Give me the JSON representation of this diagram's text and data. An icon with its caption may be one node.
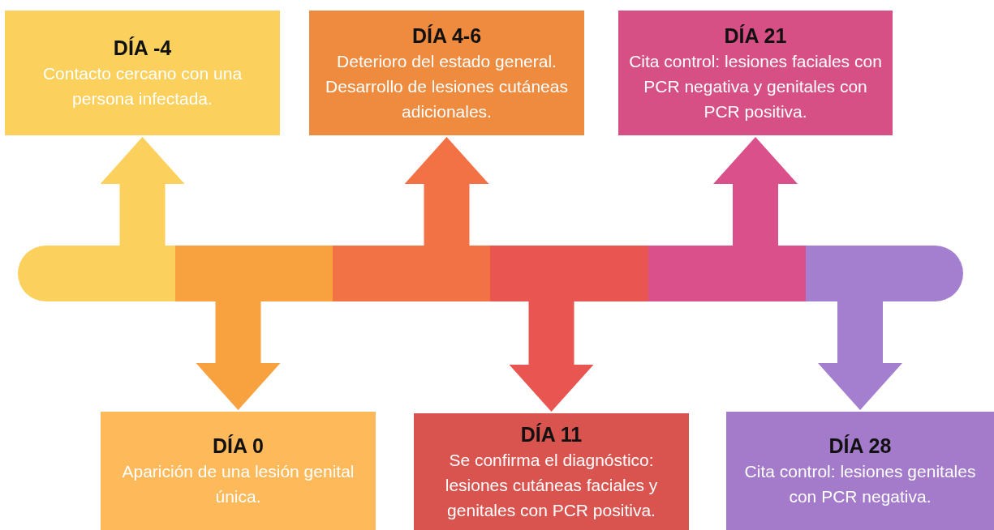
{
  "diagram": {
    "nodes": [
      {
        "text": [
          "DÍA -4",
          "Contacto cercano con una persona infectada."
        ]
      },
      {
        "text": [
          "DÍA 4-6",
          "Deterioro del estado general. Desarrollo de lesiones cutáneas adicionales."
        ]
      },
      {
        "text": [
          "DÍA 21",
          "Cita control: lesiones faciales con PCR negativa y genitales con PCR positiva."
        ]
      },
      {
        "text": [],
        "shape": "bar"
      },
      {
        "text": [
          "DÍA 0",
          "Aparición de una lesión genital única."
        ]
      },
      {
        "text": [
          "DÍA 11",
          "Se confirma el diagnóstico: lesiones cutáneas faciales y genitales con PCR positiva."
        ]
      },
      {
        "text": [
          "DÍA 28",
          "Cita control: lesiones genitales con PCR negativa."
        ]
      }
    ],
    "edges": [
      {
        "from": 3,
        "to": 0,
        "arrow": "to",
        "color": "#fcd05c"
      },
      {
        "from": 3,
        "to": 4,
        "arrow": "to",
        "color": "#f7a13f"
      },
      {
        "from": 3,
        "to": 1,
        "arrow": "to",
        "color": "#f27245"
      },
      {
        "from": 3,
        "to": 5,
        "arrow": "to",
        "color": "#e95550"
      },
      {
        "from": 3,
        "to": 2,
        "arrow": "to",
        "color": "#d9508a"
      },
      {
        "from": 3,
        "to": 6,
        "arrow": "to",
        "color": "#a57fcf"
      }
    ]
  }
}
